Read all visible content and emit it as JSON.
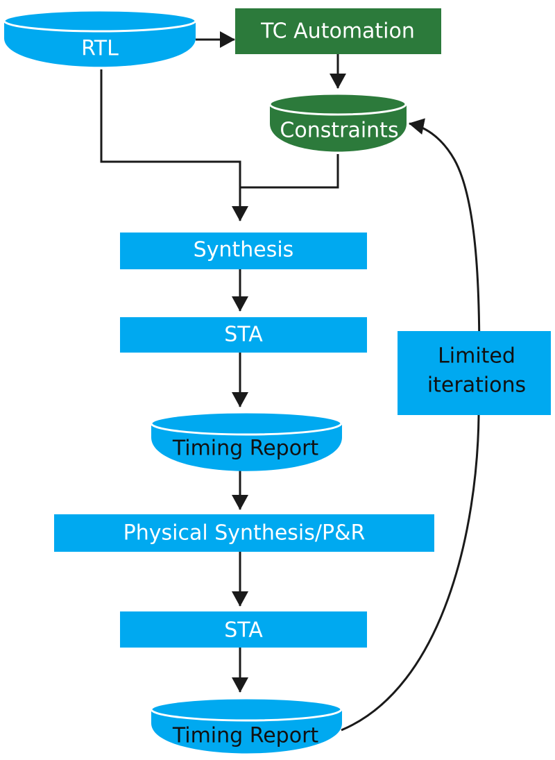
{
  "colors": {
    "blue": "#00a9f0",
    "green": "#2c7a3b",
    "line": "#1a1a1a",
    "text_dark": "#111111",
    "text_light": "#ffffff"
  },
  "nodes": {
    "rtl": {
      "label": "RTL",
      "shape": "cylinder",
      "color": "blue"
    },
    "tc_automation": {
      "label": "TC Automation",
      "shape": "box",
      "color": "green"
    },
    "constraints": {
      "label": "Constraints",
      "shape": "cylinder",
      "color": "green"
    },
    "synthesis": {
      "label": "Synthesis",
      "shape": "box",
      "color": "blue"
    },
    "sta_1": {
      "label": "STA",
      "shape": "box",
      "color": "blue"
    },
    "timing_report_1": {
      "label": "Timing Report",
      "shape": "cylinder",
      "color": "blue"
    },
    "physical_synthesis": {
      "label": "Physical Synthesis/P&R",
      "shape": "box",
      "color": "blue"
    },
    "sta_2": {
      "label": "STA",
      "shape": "box",
      "color": "blue"
    },
    "timing_report_2": {
      "label": "Timing Report",
      "shape": "cylinder",
      "color": "blue"
    }
  },
  "feedback": {
    "label_line1": "Limited",
    "label_line2": "iterations"
  },
  "edges": [
    {
      "from": "rtl",
      "to": "tc_automation"
    },
    {
      "from": "tc_automation",
      "to": "constraints"
    },
    {
      "from": "rtl",
      "to": "synthesis"
    },
    {
      "from": "constraints",
      "to": "synthesis"
    },
    {
      "from": "synthesis",
      "to": "sta_1"
    },
    {
      "from": "sta_1",
      "to": "timing_report_1"
    },
    {
      "from": "timing_report_1",
      "to": "physical_synthesis"
    },
    {
      "from": "physical_synthesis",
      "to": "sta_2"
    },
    {
      "from": "sta_2",
      "to": "timing_report_2"
    },
    {
      "from": "timing_report_2",
      "to": "constraints"
    }
  ]
}
